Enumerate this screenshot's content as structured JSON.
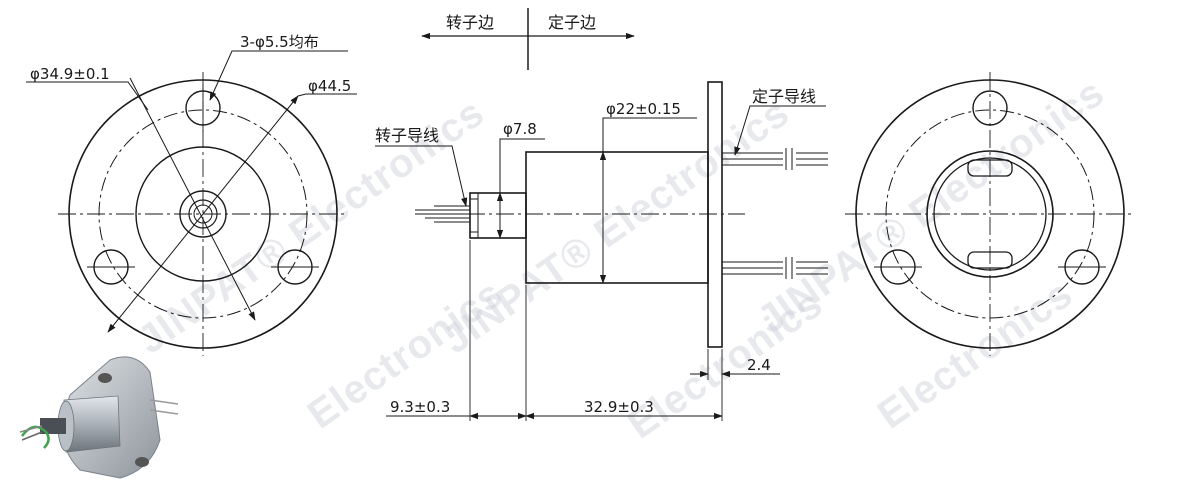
{
  "watermark": {
    "brand": "JINPAT® Electronics",
    "fragment": "Electronics"
  },
  "header": {
    "rotor_side": "转子边",
    "stator_side": "定子边"
  },
  "left_view": {
    "hole_note": "3-φ5.5均布",
    "bolt_circle_dim": "φ34.9±0.1",
    "flange_dim": "φ44.5"
  },
  "side_view": {
    "rotor_lead_label": "转子导线",
    "stator_lead_label": "定子导线",
    "shaft_dim": "φ7.8",
    "body_dim": "φ22±0.15",
    "flange_thickness_dim": "2.4",
    "shaft_length_dim": "9.3±0.3",
    "body_length_dim": "32.9±0.3"
  },
  "colors": {
    "line": "#1a1a1a",
    "watermark": "#c9cfd6",
    "product_metal": "#a9b0b8",
    "wire_green": "#3fa34d"
  }
}
